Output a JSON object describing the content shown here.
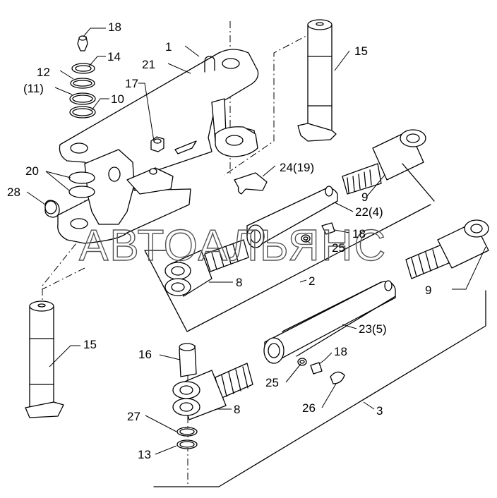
{
  "watermark": "АВТОАЛЬЯНС",
  "labels": {
    "l1": "1",
    "l2": "2",
    "l3": "3",
    "l8a": "8",
    "l8b": "8",
    "l9a": "9",
    "l9b": "9",
    "l10": "10",
    "l11": "(11)",
    "l12": "12",
    "l13": "13",
    "l14": "14",
    "l15a": "15",
    "l15b": "15",
    "l16": "16",
    "l17": "17",
    "l18a": "18",
    "l18b": "18",
    "l18c": "18",
    "l20": "20",
    "l21": "21",
    "l22": "22(4)",
    "l23": "23(5)",
    "l24": "24(19)",
    "l25a": "25",
    "l25b": "25",
    "l26": "26",
    "l27": "27",
    "l28": "28"
  }
}
